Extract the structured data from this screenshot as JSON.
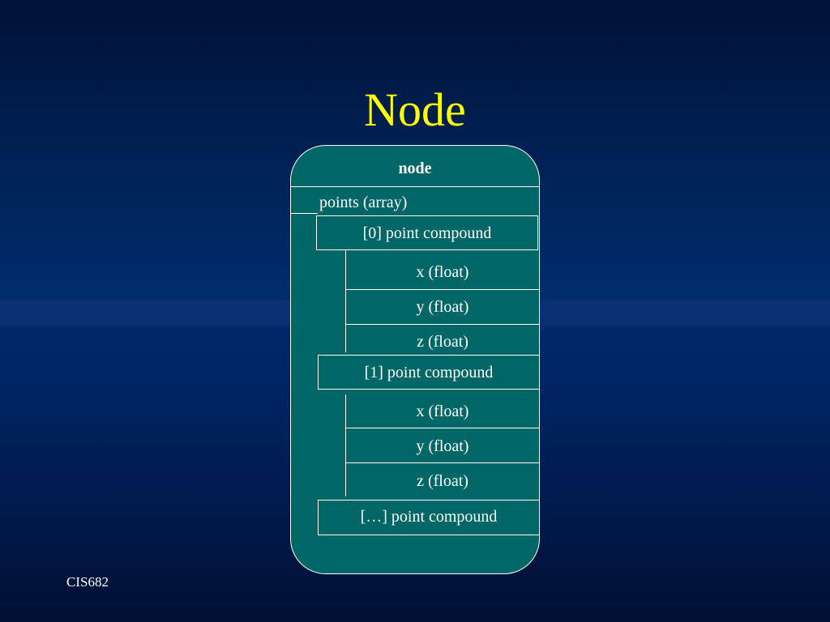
{
  "slide": {
    "title": "Node",
    "footer": "CIS682"
  },
  "diagram": {
    "header": "node",
    "array_label": "points (array)",
    "compounds": [
      {
        "label": "[0] point compound",
        "fields": [
          "x (float)",
          "y (float)",
          "z (float)"
        ]
      },
      {
        "label": "[1] point compound",
        "fields": [
          "x (float)",
          "y (float)",
          "z (float)"
        ]
      },
      {
        "label": "[…] point compound",
        "fields": []
      }
    ]
  },
  "colors": {
    "background": "#002862",
    "title": "#ffff00",
    "node_fill": "#006666",
    "line": "#ffffff",
    "text": "#ffffff"
  }
}
